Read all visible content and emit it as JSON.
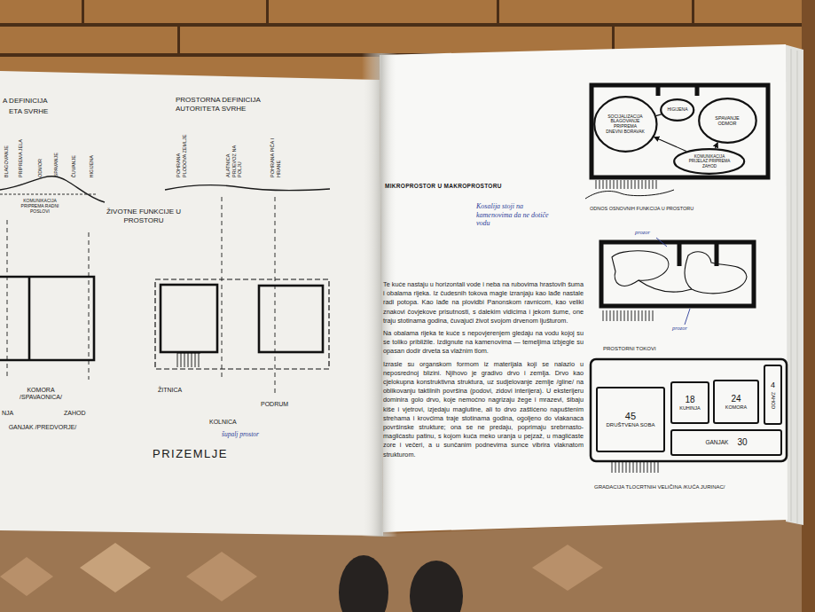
{
  "diagram": {
    "nodes": [
      {
        "text": [
          "SOCIJALIZACIJA BLAGOVANJE PRIPREMA DNEVNI BORAVAK"
        ]
      },
      {
        "text": [
          "HIGIJENA"
        ]
      },
      {
        "text": [
          "SPAVANJE ODMOR"
        ]
      },
      {
        "text": [
          "KOMUNIKACIJA PRIJELAZ PRIPREMA ZAHOD"
        ]
      },
      {
        "text": [
          "45",
          "DRUŠTVENA SOBA"
        ]
      },
      {
        "text": [
          "18",
          "KUHINJA"
        ]
      },
      {
        "text": [
          "24",
          "KOMORA"
        ]
      },
      {
        "text": [
          "4",
          "ZAHOD"
        ]
      },
      {
        "text": [
          "GANJAK",
          "30"
        ]
      }
    ],
    "edges": [
      {
        "from": 3,
        "to": 0,
        "arrow": "to"
      },
      {
        "from": 3,
        "to": 2,
        "arrow": "to"
      },
      {
        "from": 0,
        "to": 1,
        "arrow": "none"
      }
    ],
    "labels": [
      "A DEFINICIJA",
      "ETA SVRHE",
      "BLAGOVANJE",
      "PRIPREMA JELA",
      "ODMOR",
      "SPAVANJE",
      "ČUVANJE",
      "HIGIJENA",
      "KOMUNIKACIJA PRIPREMA RADNI POSLOVI",
      "ŽIVOTNE FUNKCIJE U PROSTORU",
      "PROSTORNA DEFINICIJA AUTORITETA SVRHE",
      "POHRANA PLODOVA ZEMLJE",
      "ALATNICA PRIJEVOZ NA POLJU",
      "POHRANA PIĆA I HRANE",
      "KOMORA /SPAVAONICA/",
      "NJA",
      "ZAHOD",
      "GANJAK /PREDVORJE/",
      "ŽITNICA",
      "PODRUM",
      "KOLNICA",
      "šupalj prostor",
      "PRIZEMLJE",
      "MIKROPROSTOR U MAKROPROSTORU",
      "Kosalija stoji na kamenovima da ne dotiče vodu",
      "Te kuće nastaju u horizontali vode i neba na rubovima hrastovih šuma i obalama rijeka. Iz čudesnih tokova magle izranjaju kao lađe nastale radi potopa. Kao lađe na plovidbi Panonskom ravnicom, kao veliki znakovi čovjekove prisutnosti, s dalekim vidicima i jekom šume, one traju stotinama godina, čuvajući život svojom drvenom ljušturom.",
      "Na obalama rijeka te kuće s nepovjerenjem gledaju na vodu kojoj su se toliko približile. Izdignute na kamenovima — temeljima izbjegle su opasan dodir drveta sa vlažnim tlom.",
      "Izrasle su organskom formom iz materijala koji se nalazio u neposrednoj blizini. Njihovo je gradivo drvo i zemlja. Drvo kao cjelokupna konstruktivna struktura, uz sudjelovanje zemlje /gline/ na oblikovanju taktilnih površina (podovi, zidovi interijera). U eksterijeru dominira golo drvo, koje nemoćno nagrizaju žege i mrazevi, šibaju kiše i vjetrovi, izjedaju maglutine, ali to drvo zaštićeno napuštenim strehama i krovćima traje stotinama godina, ogoljeno do vlakanaca površinske strukture; ona se ne predaju, poprimaju srebrnasto-maglićastu patinu, s kojom kuća meko uranja u pejzaž, u maglićaste zore i večeri, a u sunčanim podnevima sunce vibrira vlaknatom strukturom.",
      "ODNOS OSNOVNIH FUNKCIJA U PROSTORU",
      "prozor",
      "prozor",
      "PROSTORNI TOKOVI",
      "GRADACIJA TLOCRTNIH VELIČINA /KUĆA JURINAC/"
    ]
  }
}
